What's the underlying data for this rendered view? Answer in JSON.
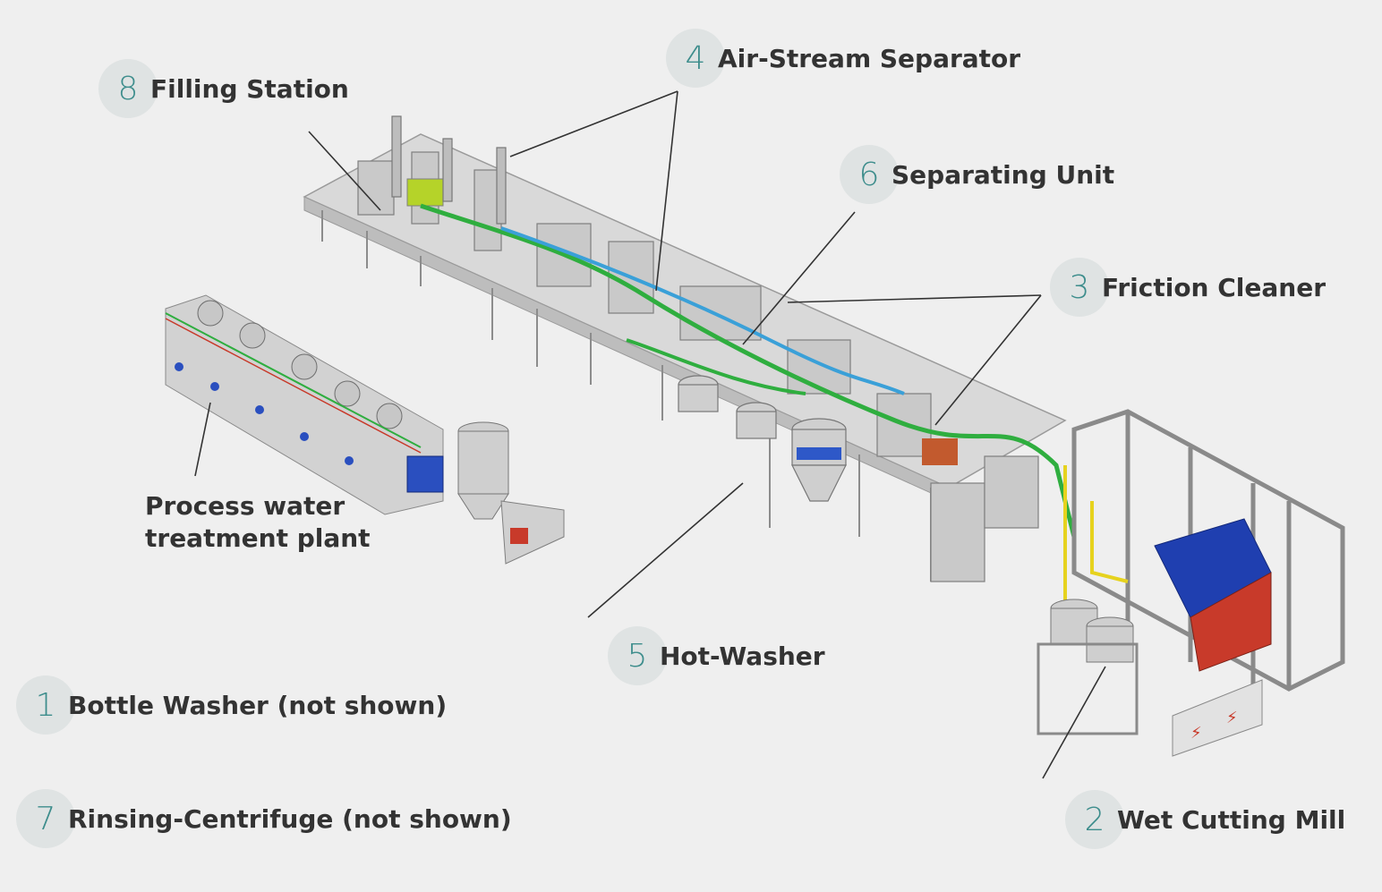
{
  "labels": [
    {
      "number": "8",
      "text": "Filling Station"
    },
    {
      "number": "4",
      "text": "Air-Stream Separator"
    },
    {
      "number": "6",
      "text": "Separating Unit"
    },
    {
      "number": "3",
      "text": "Friction Cleaner"
    },
    {
      "number": "5",
      "text": "Hot-Washer"
    },
    {
      "number": "1",
      "text": "Bottle Washer (not shown)"
    },
    {
      "number": "7",
      "text": "Rinsing-Centrifuge (not shown)"
    },
    {
      "number": "2",
      "text": "Wet Cutting Mill"
    }
  ],
  "water_plant": {
    "line1": "Process water",
    "line2": "treatment plant"
  },
  "colors": {
    "background": "#efefef",
    "badge_fill": "#dfe3e3",
    "number": "#3d8d8c",
    "text": "#333333",
    "pipe_green": "#2fae3f",
    "pipe_blue": "#3aa0d8",
    "motor_blue": "#1f3fb0",
    "pipe_yellow": "#e6d21e",
    "accent_red": "#c83a2a"
  }
}
